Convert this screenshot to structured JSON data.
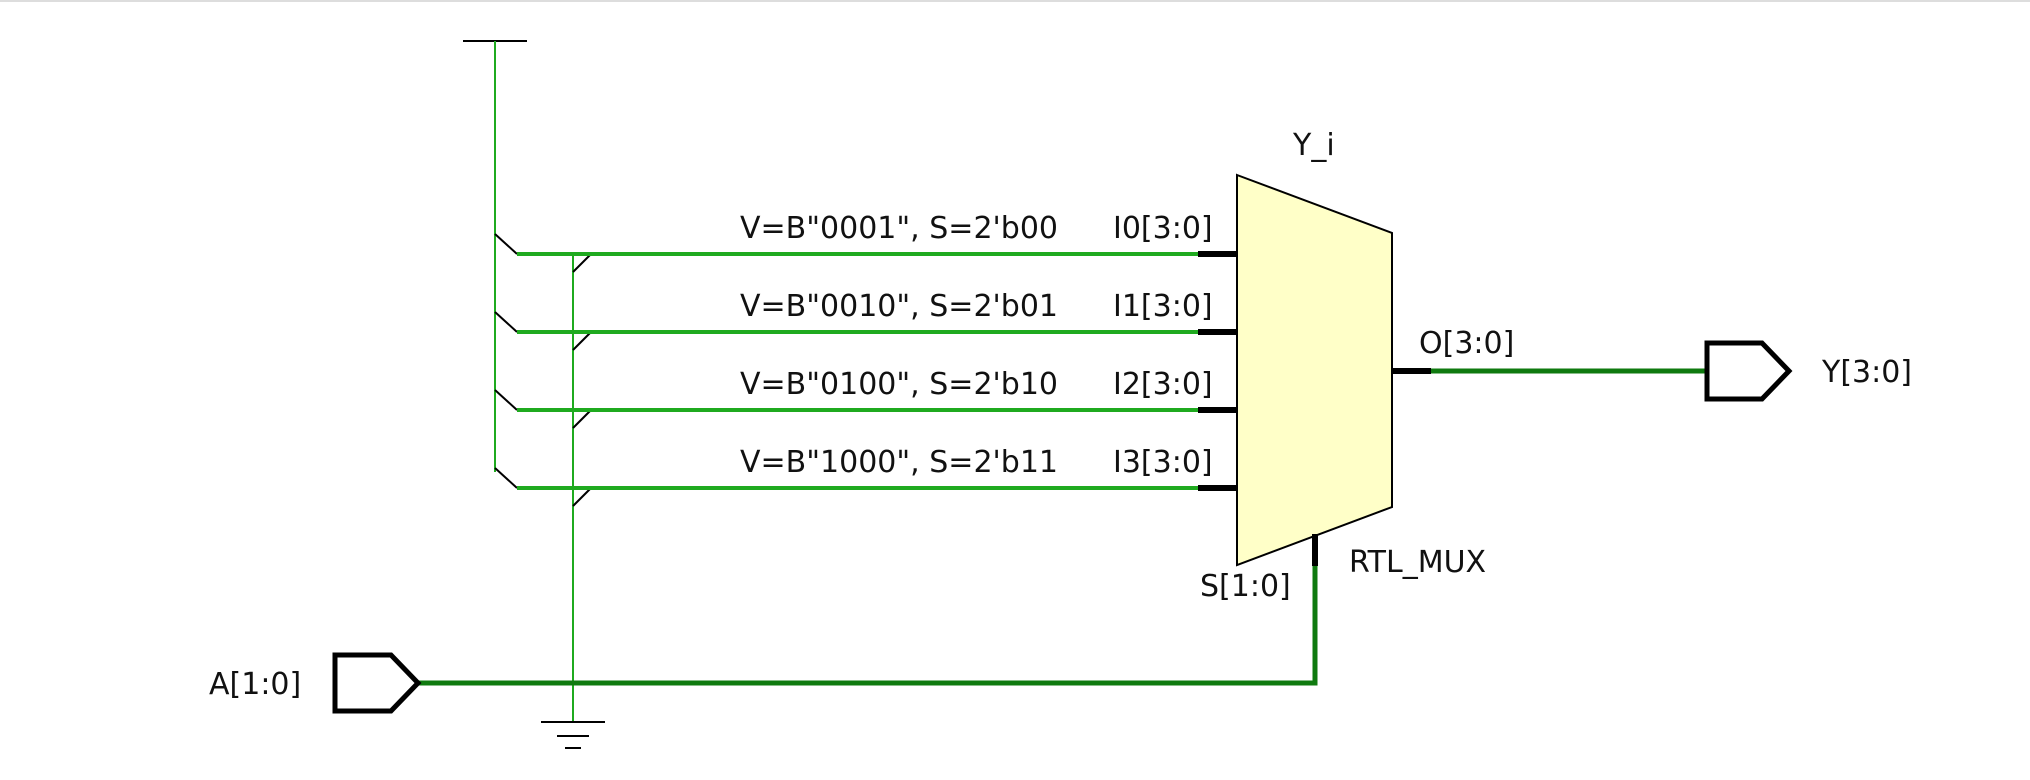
{
  "mux": {
    "instance_name": "Y_i",
    "cell_type": "RTL_MUX",
    "output_pin": "O[3:0]",
    "select_pin": "S[1:0]",
    "inputs": [
      {
        "pin": "I0[3:0]",
        "value": "V=B\"0001\", S=2'b00"
      },
      {
        "pin": "I1[3:0]",
        "value": "V=B\"0010\", S=2'b01"
      },
      {
        "pin": "I2[3:0]",
        "value": "V=B\"0100\", S=2'b10"
      },
      {
        "pin": "I3[3:0]",
        "value": "V=B\"1000\", S=2'b11"
      }
    ]
  },
  "ports": {
    "input": "A[1:0]",
    "output": "Y[3:0]"
  },
  "colors": {
    "wire": "#1faa1f",
    "bus_dark": "#0f7a0f",
    "mux_fill": "#ffffc8",
    "outline": "#000000"
  },
  "symbols": {
    "supply": "vcc-icon",
    "ground": "ground-icon"
  }
}
